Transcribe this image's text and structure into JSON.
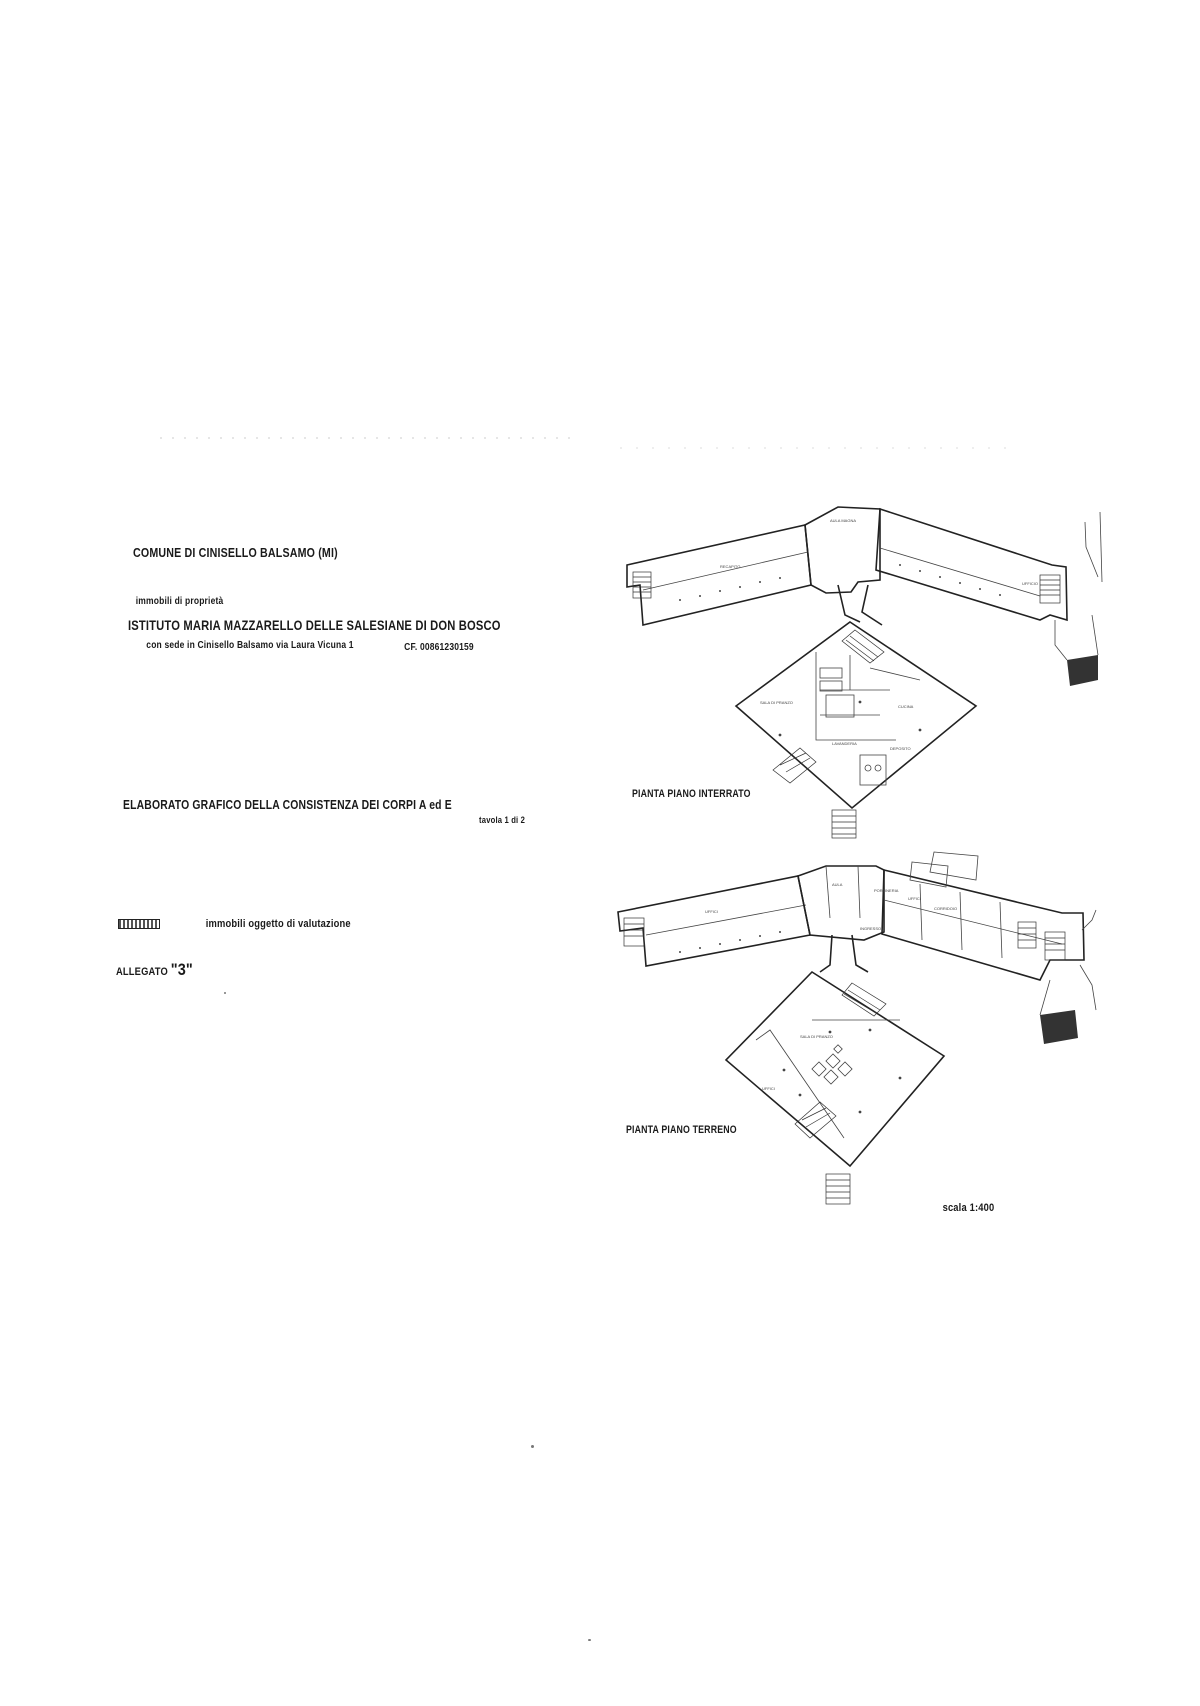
{
  "header": {
    "comune": "COMUNE DI CINISELLO BALSAMO   (MI)",
    "immobili_label": "immobili di proprietà",
    "owner_name": "ISTITUTO MARIA MAZZARELLO DELLE SALESIANE DI DON BOSCO",
    "sede_line": "con sede in Cinisello Balsamo   via Laura Vicuna 1",
    "cf_line": "CF.  00861230159"
  },
  "title": {
    "elaborato": "ELABORATO GRAFICO DELLA CONSISTENZA DEI CORPI  A ed E",
    "tavola": "tavola  1 di 2"
  },
  "legend": {
    "text": "immobili oggetto di valutazione"
  },
  "allegato": {
    "label": "ALLEGATO",
    "number": "\"3\""
  },
  "plans": {
    "interrato_label": "PIANTA PIANO INTERRATO",
    "terreno_label": "PIANTA PIANO TERRENO",
    "scale": "scala  1:400",
    "interrato_rooms": [
      "RECAPITO",
      "AULA MAGNA",
      "CUCINA",
      "SALA DI PRANZO",
      "UFFICIO",
      "LAVANDERIA",
      "DEPOSITO"
    ],
    "terreno_rooms": [
      "UFFICI",
      "AULA",
      "PORTINERIA",
      "UFFICI",
      "CORRIDOIO",
      "INGRESSO",
      "SALA DI PRANZO",
      "UFFICI"
    ]
  }
}
